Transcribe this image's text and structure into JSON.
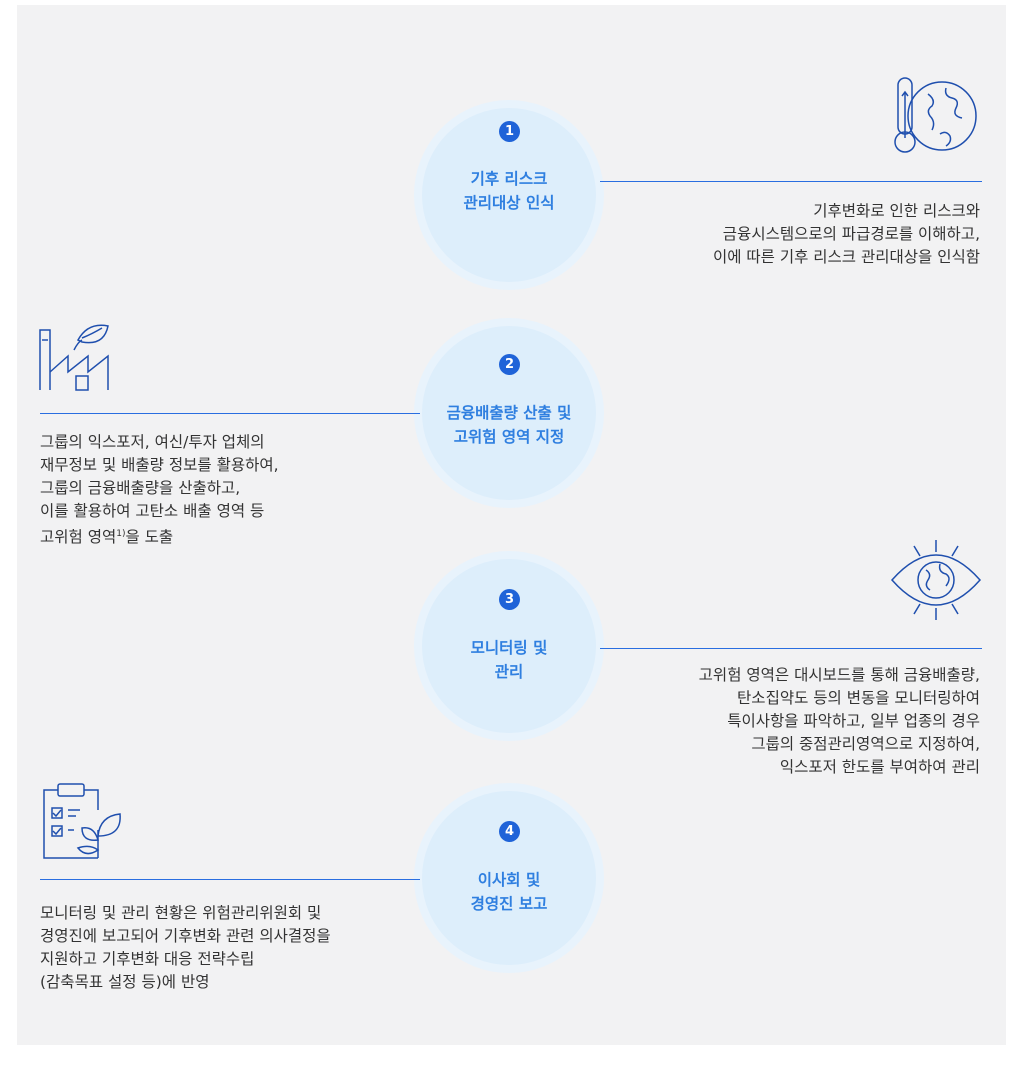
{
  "steps": [
    {
      "number": "1",
      "title_line1": "기후 리스크",
      "title_line2": "관리대상 인식",
      "desc_lines": [
        "기후변화로 인한 리스크와",
        "금융시스템으로의 파급경로를 이해하고,",
        "이에 따른 기후 리스크 관리대상을 인식함"
      ],
      "icon": "thermometer-globe-icon"
    },
    {
      "number": "2",
      "title_line1": "금융배출량 산출 및",
      "title_line2": "고위험 영역 지정",
      "desc_lines": [
        "그룹의 익스포저, 여신/투자 업체의",
        "재무정보 및 배출량 정보를 활용하여,",
        "그룹의 금융배출량을 산출하고,",
        "이를 활용하여 고탄소 배출 영역 등"
      ],
      "desc_last_prefix": "고위험 영역",
      "desc_last_sup": "1)",
      "desc_last_suffix": "을 도출",
      "icon": "factory-leaf-icon"
    },
    {
      "number": "3",
      "title_line1": "모니터링 및",
      "title_line2": "관리",
      "desc_lines": [
        "고위험 영역은 대시보드를 통해 금융배출량,",
        "탄소집약도 등의 변동을 모니터링하여",
        "특이사항을 파악하고, 일부 업종의 경우",
        "그룹의 중점관리영역으로 지정하여,",
        "익스포저 한도를 부여하여 관리"
      ],
      "icon": "eye-globe-icon"
    },
    {
      "number": "4",
      "title_line1": "이사회 및",
      "title_line2": "경영진 보고",
      "desc_lines": [
        "모니터링 및 관리 현황은 위험관리위원회 및",
        "경영진에 보고되어 기후변화 관련 의사결정을",
        "지원하고 기후변화 대응 전략수립",
        "(감축목표 설정 등)에 반영"
      ],
      "icon": "clipboard-plant-icon"
    }
  ],
  "colors": {
    "accent": "#2f7fe0",
    "badge": "#1f63d8",
    "circle": "#ddeefb",
    "line": "#2a6ee0",
    "text": "#333333"
  }
}
